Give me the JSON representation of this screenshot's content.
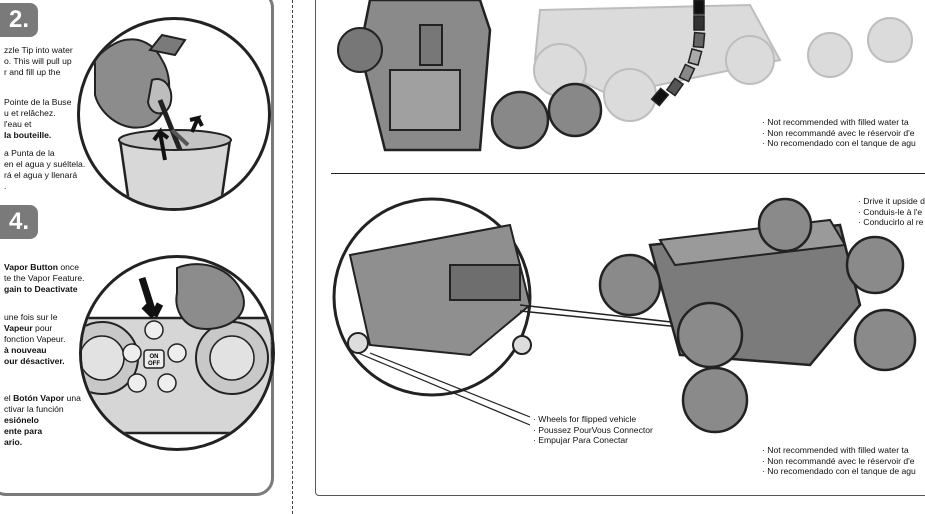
{
  "steps": [
    {
      "number": "2.",
      "en": [
        "zzle Tip into water",
        "o. This will pull up",
        "r and fill up the"
      ],
      "fr": [
        "Pointe de la Buse",
        "u et relâchez.",
        "l'eau et",
        "la bouteille."
      ],
      "es": [
        "a Punta de la",
        "en el agua y suéltela.",
        "rá el agua y llenará",
        "."
      ]
    },
    {
      "number": "4.",
      "en": [
        "Vapor Button",
        " once",
        "te the Vapor Feature.",
        "gain to Deactivate"
      ],
      "fr": [
        "une fois sur le",
        "Vapeur",
        " pour",
        " fonction Vapeur.",
        " à nouveau",
        "our désactiver."
      ],
      "es": [
        "el ",
        "Botón Vapor",
        " una",
        "ctivar la función",
        "esiónelo",
        "ente para",
        "ario."
      ]
    }
  ],
  "remote": {
    "on_off": "ON OFF"
  },
  "top_notes": [
    "· Not recommended with filled water ta",
    "· Non recommandé avec le réservoir d'e",
    "· No recomendado con el tanque de agu"
  ],
  "drive_notes": [
    "· Drive it upside d",
    "· Conduis-le à l'e",
    "· Conducirlo al re"
  ],
  "wheels_labels": [
    "· Wheels for flipped vehicle",
    "· Poussez PourVous Connector",
    "· Empujar Para Conectar"
  ],
  "bottom_notes": [
    "· Not recommended with filled water ta",
    "· Non recommandé avec le réservoir d'e",
    "· No recomendado con el tanque de agu"
  ]
}
